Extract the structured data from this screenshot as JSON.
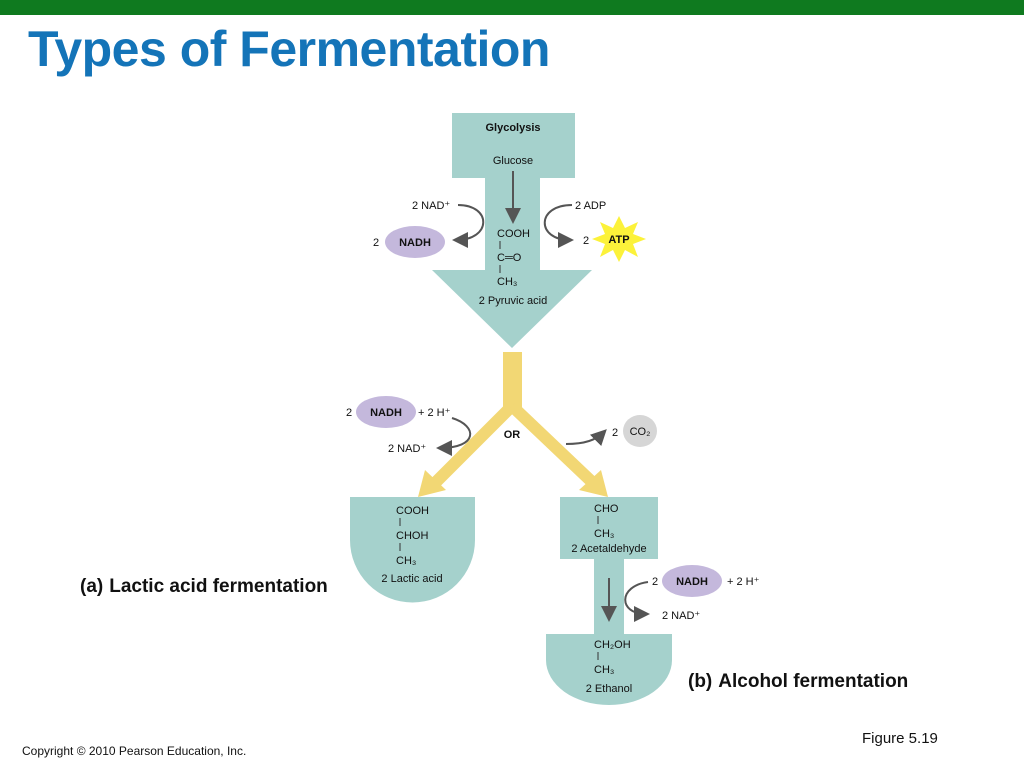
{
  "slide": {
    "title": "Types of Fermentation",
    "figure_label": "Figure 5.19",
    "copyright": "Copyright © 2010 Pearson Education, Inc.",
    "colors": {
      "top_bar": "#0f7a1f",
      "title": "#1474b8",
      "pathway_fill": "#a5d1cc",
      "branch_fill": "#f2d774",
      "nadh_fill": "#c4b8dc",
      "atp_fill": "#fcf23a",
      "co2_fill": "#d6d6d6"
    }
  },
  "glycolysis": {
    "heading": "Glycolysis",
    "glucose": "Glucose",
    "nad_in": "2 NAD⁺",
    "nadh_coef": "2",
    "nadh": "NADH",
    "adp_in": "2 ADP",
    "atp_coef": "2",
    "atp": "ATP",
    "cooh": "COOH",
    "co": "C═O",
    "ch3": "CH₃",
    "product": "2 Pyruvic acid"
  },
  "branch": {
    "or_label": "OR",
    "nadh_coef": "2",
    "nadh": "NADH",
    "h_plus": "+ 2 H⁺",
    "nad_out": "2 NAD⁺",
    "co2_coef": "2",
    "co2": "CO₂"
  },
  "lactic": {
    "cooh": "COOH",
    "choh": "CHOH",
    "ch3": "CH₃",
    "product": "2 Lactic acid",
    "caption_letter": "(a)",
    "caption_text": "Lactic acid fermentation"
  },
  "alcohol": {
    "cho": "CHO",
    "ch3_a": "CH₃",
    "acetaldehyde": "2 Acetaldehyde",
    "nadh_coef": "2",
    "nadh": "NADH",
    "h_plus": "+ 2 H⁺",
    "nad_out": "2 NAD⁺",
    "ch2oh": "CH₂OH",
    "ch3_b": "CH₃",
    "product": "2 Ethanol",
    "caption_letter": "(b)",
    "caption_text": "Alcohol fermentation"
  }
}
